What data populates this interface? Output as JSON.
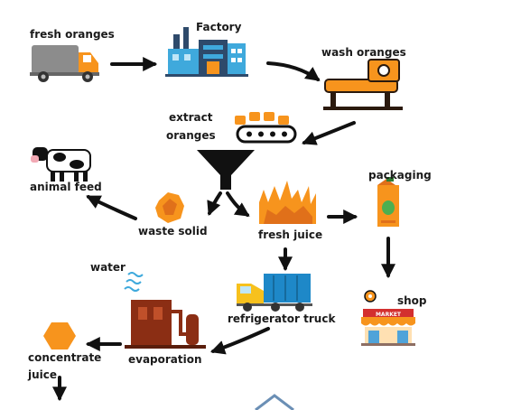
{
  "labels": {
    "fresh_oranges": "fresh oranges",
    "factory": "Factory",
    "wash_oranges": "wash oranges",
    "extract_line1": "extract",
    "extract_line2": "oranges",
    "animal_feed": "animal feed",
    "waste_solid": "waste solid",
    "fresh_juice": "fresh juice",
    "packaging": "packaging",
    "water": "water",
    "shop": "shop",
    "market_sign": "MARKET",
    "refrigerator_truck": "refrigerator truck",
    "concentrate_line1": "concentrate",
    "concentrate_line2": "juice",
    "evaporation": "evaporation"
  },
  "colors": {
    "orange": "#F7941D",
    "dark_orange": "#E0701A",
    "arrow": "#111111",
    "truck_body": "#8C8C8C",
    "factory_blue": "#3FA9DC",
    "evaporator_brown": "#8B2E14",
    "fridge_truck_blue": "#1E88C8"
  }
}
